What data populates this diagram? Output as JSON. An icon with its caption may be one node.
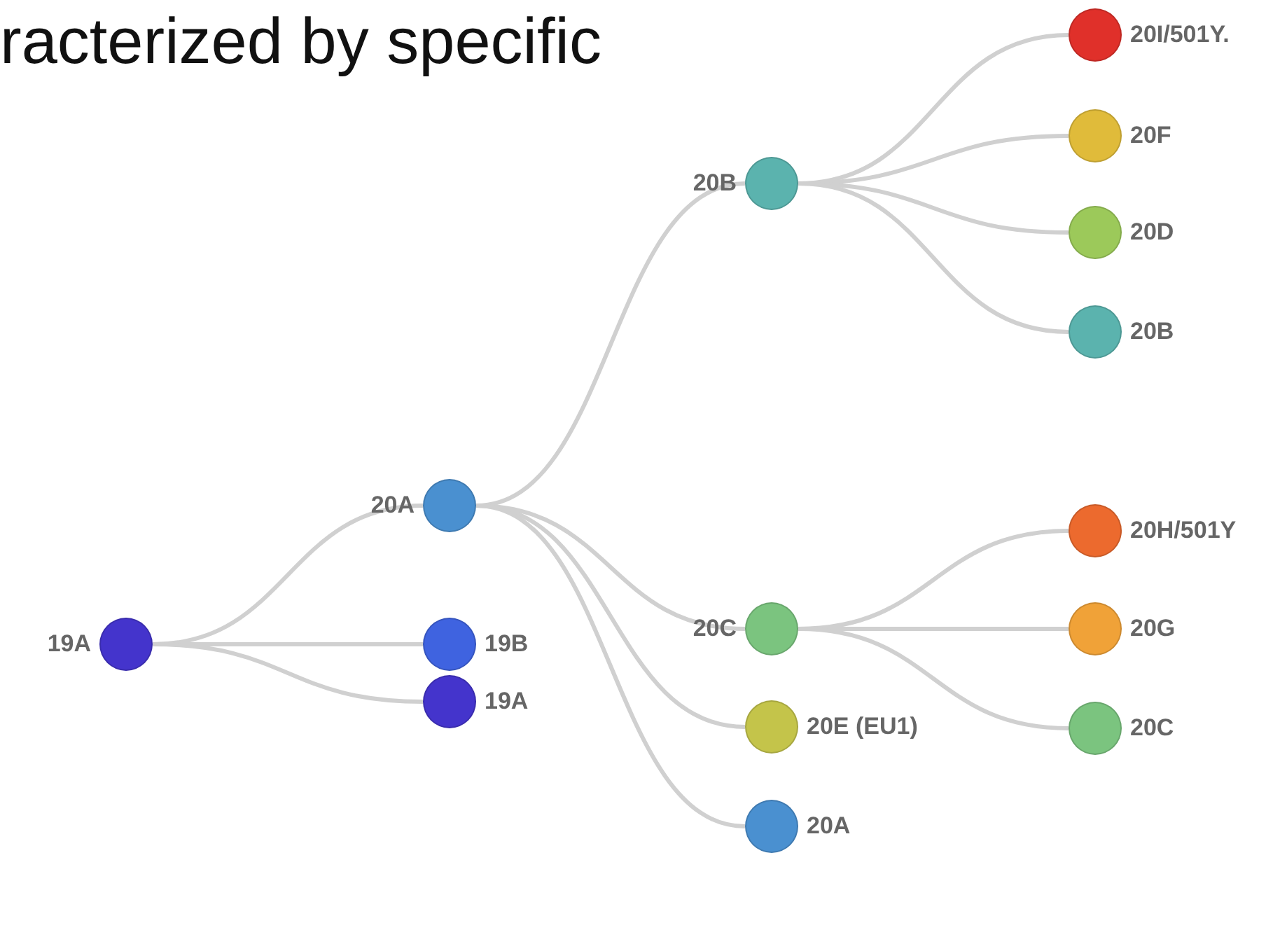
{
  "diagram": {
    "title": "racterized by specific",
    "nodes": [
      {
        "text": [
          "19A"
        ]
      },
      {
        "text": [
          "20A"
        ]
      },
      {
        "text": [
          "19B"
        ]
      },
      {
        "text": [
          "19A"
        ]
      },
      {
        "text": [
          "20B"
        ]
      },
      {
        "text": [
          "20C"
        ]
      },
      {
        "text": [
          "20E (EU1)"
        ]
      },
      {
        "text": [
          "20A"
        ]
      },
      {
        "text": [
          "20I/501Y."
        ]
      },
      {
        "text": [
          "20F"
        ]
      },
      {
        "text": [
          "20D"
        ]
      },
      {
        "text": [
          "20B"
        ]
      },
      {
        "text": [
          "20H/501Y"
        ]
      },
      {
        "text": [
          "20G"
        ]
      },
      {
        "text": [
          "20C"
        ]
      }
    ],
    "edges": [
      {
        "from": 0,
        "to": 1,
        "arrow": "none"
      },
      {
        "from": 0,
        "to": 2,
        "arrow": "none"
      },
      {
        "from": 0,
        "to": 3,
        "arrow": "none"
      },
      {
        "from": 1,
        "to": 4,
        "arrow": "none"
      },
      {
        "from": 1,
        "to": 5,
        "arrow": "none"
      },
      {
        "from": 1,
        "to": 6,
        "arrow": "none"
      },
      {
        "from": 1,
        "to": 7,
        "arrow": "none"
      },
      {
        "from": 4,
        "to": 8,
        "arrow": "none"
      },
      {
        "from": 4,
        "to": 9,
        "arrow": "none"
      },
      {
        "from": 4,
        "to": 10,
        "arrow": "none"
      },
      {
        "from": 4,
        "to": 11,
        "arrow": "none"
      },
      {
        "from": 5,
        "to": 12,
        "arrow": "none"
      },
      {
        "from": 5,
        "to": 13,
        "arrow": "none"
      },
      {
        "from": 5,
        "to": 14,
        "arrow": "none"
      }
    ]
  }
}
